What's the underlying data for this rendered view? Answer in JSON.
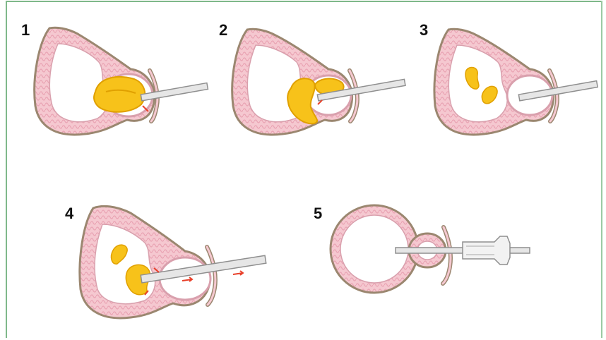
{
  "steps": [
    {
      "number": "1"
    },
    {
      "number": "2"
    },
    {
      "number": "3"
    },
    {
      "number": "4"
    },
    {
      "number": "5"
    }
  ],
  "colors": {
    "frame": "#7fb88a",
    "wall_outline": "#9b8770",
    "wall_fill": "#f5c8d0",
    "wall_ridge": "#e9a3b3",
    "tissue": "#f7c21a",
    "tissue_outline": "#e0a000",
    "instrument": "#e6e6e6",
    "instrument_outline": "#8f8f8f",
    "flow_arrow": "#e8402a"
  }
}
